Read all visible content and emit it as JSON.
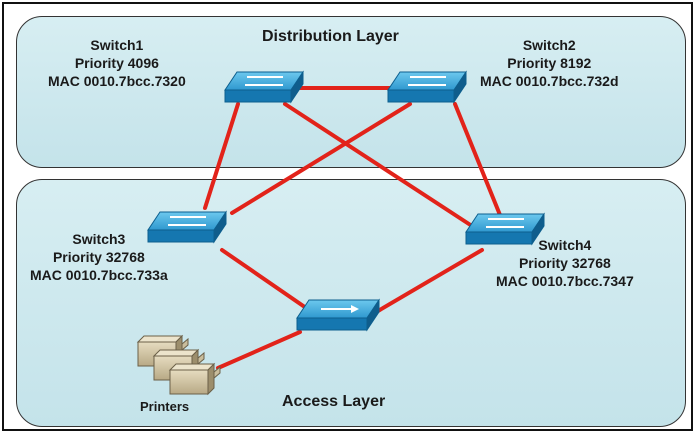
{
  "layers": {
    "distribution": "Distribution Layer",
    "access": "Access Layer"
  },
  "switches": [
    {
      "name": "Switch1",
      "priority": "Priority 4096",
      "mac": "MAC 0010.7bcc.7320"
    },
    {
      "name": "Switch2",
      "priority": "Priority 8192",
      "mac": "MAC 0010.7bcc.732d"
    },
    {
      "name": "Switch3",
      "priority": "Priority 32768",
      "mac": "MAC 0010.7bcc.733a"
    },
    {
      "name": "Switch4",
      "priority": "Priority 32768",
      "mac": "MAC 0010.7bcc.7347"
    }
  ],
  "printers_label": "Printers",
  "colors": {
    "link": "#e2231a",
    "switch_top": "#39a9dc",
    "switch_side": "#0f6ea3",
    "layer_fill": "#cfe9ef"
  }
}
